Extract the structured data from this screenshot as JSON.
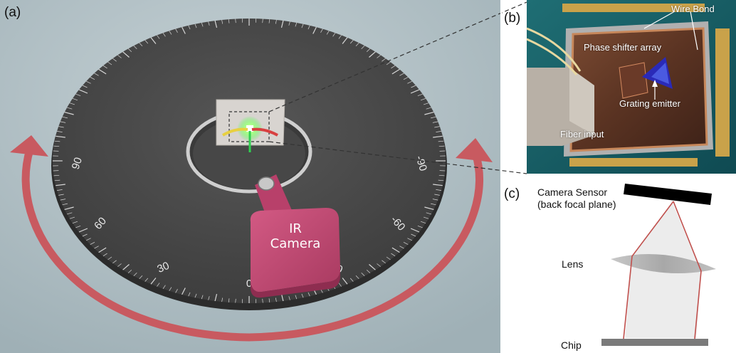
{
  "panels": {
    "a": {
      "label": "(a)"
    },
    "b": {
      "label": "(b)"
    },
    "c": {
      "label": "(c)"
    }
  },
  "panel_a": {
    "camera_line1": "IR",
    "camera_line2": "Camera",
    "angle_ticks": [
      {
        "text": "-90",
        "angle": -90
      },
      {
        "text": "-60",
        "angle": -60
      },
      {
        "text": "-30",
        "angle": -30
      },
      {
        "text": "0",
        "angle": 0
      },
      {
        "text": "30",
        "angle": 30
      },
      {
        "text": "60",
        "angle": 60
      },
      {
        "text": "90",
        "angle": 90
      }
    ],
    "colors": {
      "background": "#a9b8be",
      "dial": "#4a4a4a",
      "arrow": "#c85a60",
      "camera": "#c24a72"
    }
  },
  "panel_b": {
    "wire_bond": "Wire Bond",
    "phase_shifter": "Phase shifter array",
    "grating_emitter": "Grating emitter",
    "fiber_input": "Fiber input"
  },
  "panel_c": {
    "camera_sensor_line1": "Camera Sensor",
    "camera_sensor_line2": "(back focal plane)",
    "lens": "Lens",
    "chip": "Chip"
  }
}
